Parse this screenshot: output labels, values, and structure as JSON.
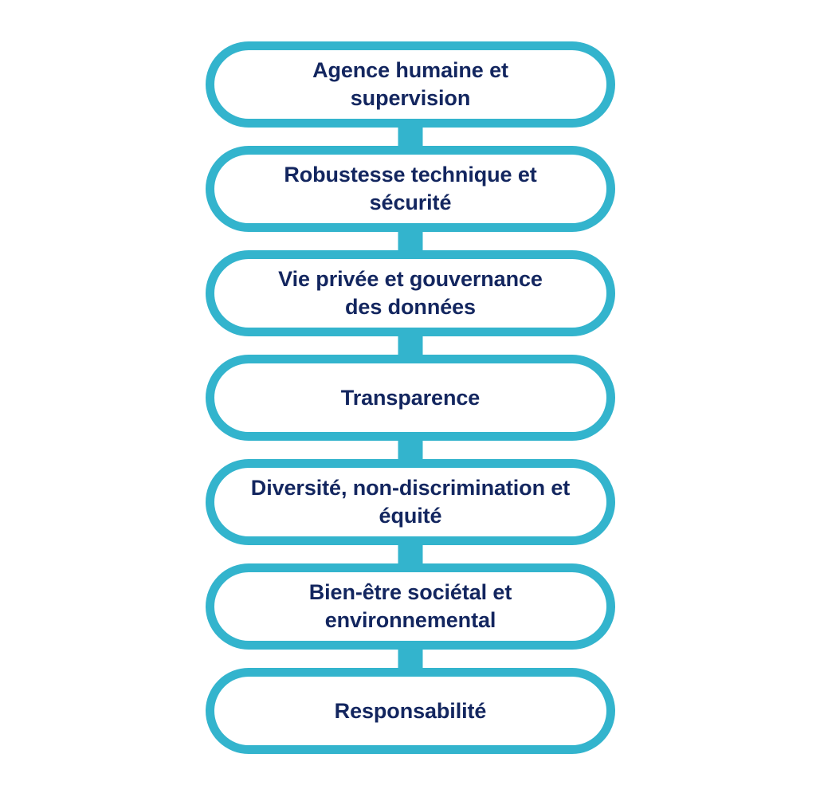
{
  "diagram": {
    "type": "vertical-flow-list",
    "title": "",
    "orientation": "vertical",
    "colors": {
      "node_border": "#33b4cd",
      "connector": "#33b4cd",
      "node_fill": "#ffffff",
      "text": "#13265f",
      "background": "#ffffff"
    },
    "nodes": [
      {
        "id": "node-1",
        "label": "Agence humaine et\nsupervision"
      },
      {
        "id": "node-2",
        "label": "Robustesse technique et\nsécurité"
      },
      {
        "id": "node-3",
        "label": "Vie privée et gouvernance\ndes données"
      },
      {
        "id": "node-4",
        "label": "Transparence"
      },
      {
        "id": "node-5",
        "label": "Diversité, non-discrimination et\néquité"
      },
      {
        "id": "node-6",
        "label": "Bien-être sociétal et\nenvironnemental"
      },
      {
        "id": "node-7",
        "label": "Responsabilité"
      }
    ]
  }
}
